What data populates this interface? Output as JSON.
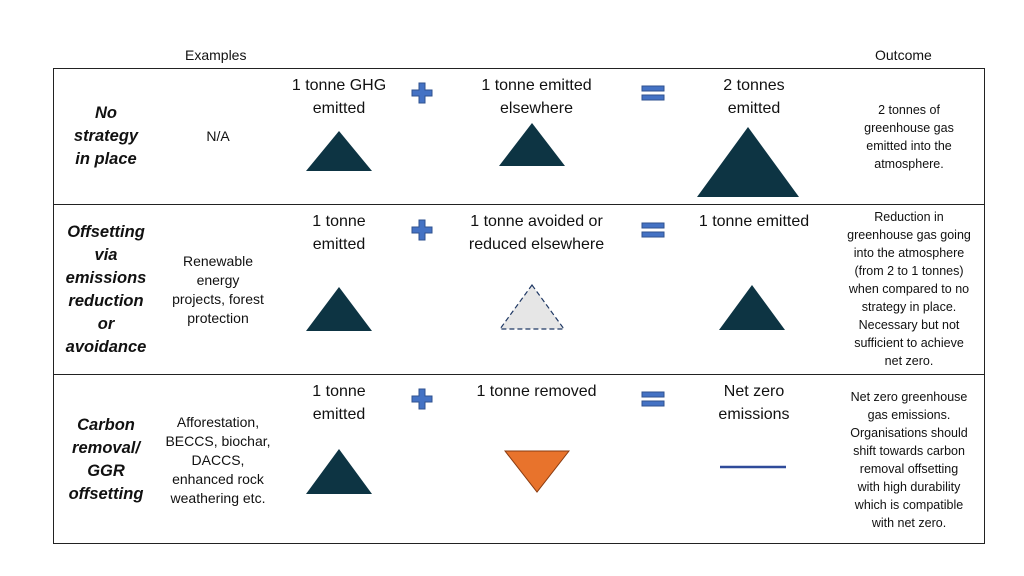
{
  "headers": {
    "examples": "Examples",
    "outcome": "Outcome"
  },
  "colors": {
    "triangle_dark": "#0d3443",
    "triangle_avoided_fill": "#e6e6e6",
    "triangle_removed": "#e8732c",
    "operator_blue": "#4472c4",
    "net_zero_line": "#2f4b9a"
  },
  "rows": [
    {
      "strategy": "No\nstrategy\nin place",
      "examples": "N/A",
      "term1": "1 tonne GHG\nemitted",
      "term2": "1 tonne emitted\nelsewhere",
      "result": "2 tonnes\nemitted",
      "outcome": "2 tonnes of\ngreenhouse gas\nemitted into the\natmosphere."
    },
    {
      "strategy": "Offsetting\nvia\nemissions\nreduction\nor\navoidance",
      "examples": "Renewable\nenergy\nprojects, forest\nprotection",
      "term1": "1 tonne\nemitted",
      "term2": "1 tonne avoided or\nreduced elsewhere",
      "result": "1 tonne emitted",
      "outcome": "Reduction in\ngreenhouse gas going\ninto the atmosphere\n(from 2 to 1 tonnes)\nwhen compared to no\nstrategy in place.\nNecessary but not\nsufficient to achieve\nnet zero."
    },
    {
      "strategy": "Carbon\nremoval/\nGGR\noffsetting",
      "examples": "Afforestation,\nBECCS, biochar,\nDACCS,\nenhanced rock\nweathering etc.",
      "term1": "1 tonne\nemitted",
      "term2": "1 tonne removed",
      "result": "Net zero\nemissions",
      "outcome": "Net zero greenhouse\ngas emissions.\nOrganisations should\nshift towards carbon\nremoval offsetting\nwith high durability\nwhich is compatible\nwith net zero."
    }
  ]
}
